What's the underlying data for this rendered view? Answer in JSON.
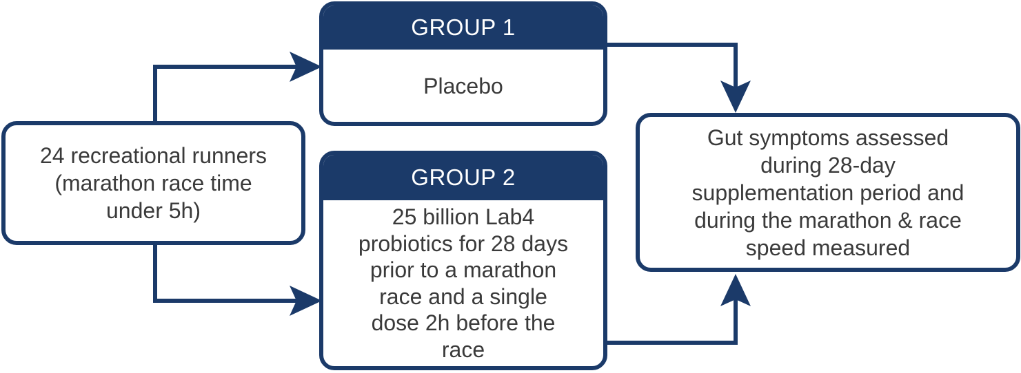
{
  "participants": {
    "text": "24 recreational runners\n(marathon race time\nunder 5h)"
  },
  "groups": [
    {
      "title": "GROUP 1",
      "text": "Placebo"
    },
    {
      "title": "GROUP 2",
      "text": "25 billion Lab4\nprobiotics for 28 days\nprior to a marathon\nrace and a single\ndose 2h before the\nrace"
    }
  ],
  "outcome": {
    "text": "Gut symptoms assessed\nduring 28-day\nsupplementation period and\nduring the marathon & race\nspeed measured"
  },
  "colors": {
    "primary": "#1b3a69",
    "text": "#3a3a3a",
    "background": "#ffffff"
  }
}
